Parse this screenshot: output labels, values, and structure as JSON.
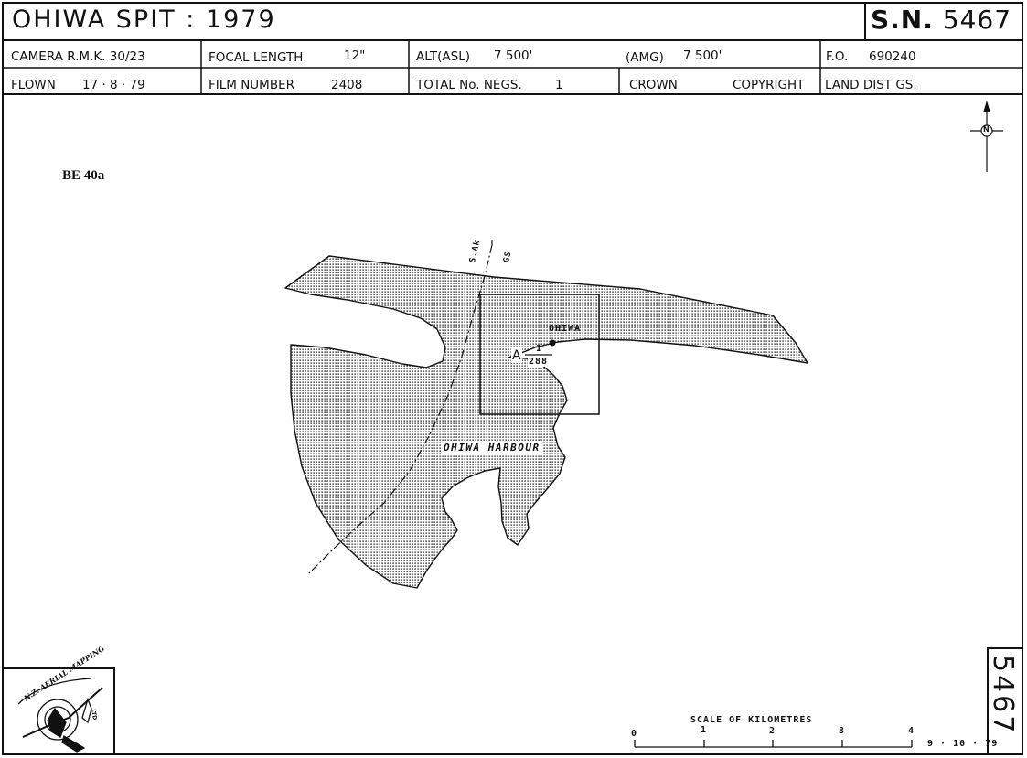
{
  "header": {
    "title": "OHIWA  SPIT : 1979",
    "sheet_prefix": "S.N.",
    "sheet_number": "5467"
  },
  "row1": {
    "camera": "CAMERA  R.M.K.  30/23",
    "focal_length_label": "FOCAL LENGTH",
    "focal_length_value": "12\"",
    "alt_asl_label": "ALT(ASL)",
    "alt_asl_value": "7 500'",
    "amg_label": "(AMG)",
    "amg_value": "7 500'",
    "fo_label": "F.O.",
    "fo_value": "690240"
  },
  "row2": {
    "flown_label": "FLOWN",
    "flown_value": "17 · 8 · 79",
    "film_label": "FILM NUMBER",
    "film_value": "2408",
    "negs_label": "TOTAL No. NEGS.",
    "negs_value": "1",
    "crown": "CROWN",
    "copyright": "COPYRIGHT",
    "land_dist": "LAND DIST   GS."
  },
  "map": {
    "ref_code": "BE 40a",
    "place_label": "OHIWA",
    "harbour_label": "OHIWA HARBOUR",
    "photo_letter": "A",
    "photo_num": "1",
    "photo_den": "288",
    "boundary_top": "S.Ak",
    "boundary_bottom": "GS",
    "north_letter": "N"
  },
  "scale": {
    "title": "SCALE  OF  KILOMETRES",
    "ticks": [
      "0",
      "1",
      "2",
      "3",
      "4"
    ],
    "date": "9 · 10 · 79"
  },
  "side_number": "5467",
  "logo": {
    "text_top": "N.Z. AERIAL MAPPING",
    "text_side": "LTD"
  },
  "colors": {
    "ink": "#111111",
    "stipple": "#555555",
    "paper": "#ffffff"
  }
}
